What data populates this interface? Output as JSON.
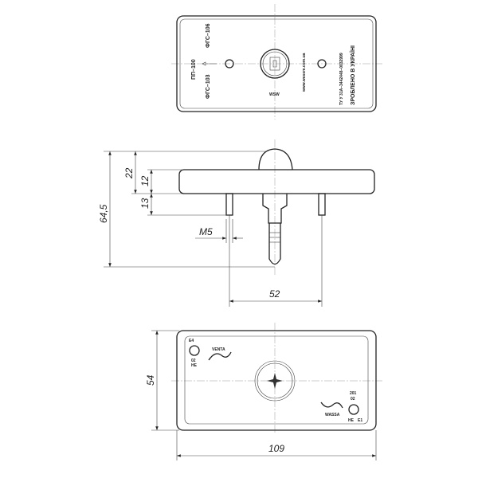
{
  "top_view": {
    "labels": [
      "ПП–100",
      "ФГС–103",
      "ФГС–106",
      "WSW",
      "www.wesem.com.ua",
      "ТУ У 31А–3442448–0032999",
      "ЗРОБЛЕНО В УКРАЇНІ"
    ]
  },
  "side_view": {
    "dimensions": {
      "overall_height": "64,5",
      "height_top": "22",
      "plate": "12",
      "pin": "13",
      "thread": "M5",
      "pin_spacing": "52"
    }
  },
  "bottom_view": {
    "dimensions": {
      "height": "54",
      "width": "109"
    },
    "labels": [
      "E4",
      "02",
      "HE",
      "VENTA",
      "WASSA",
      "E1",
      "201",
      "02",
      "HE"
    ]
  }
}
